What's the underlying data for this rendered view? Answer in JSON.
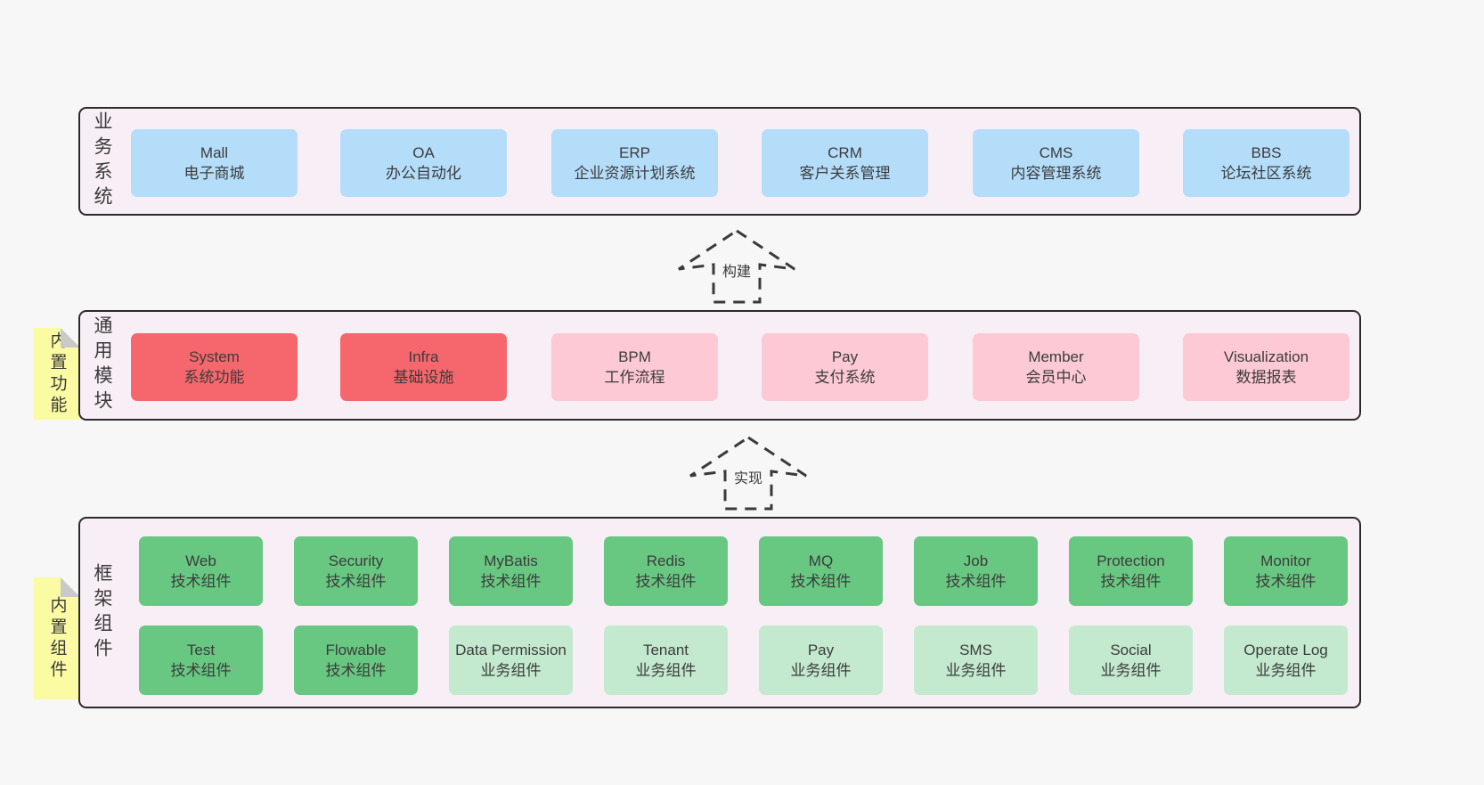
{
  "colors": {
    "page_bg": "#f7f7f7",
    "panel_bg": "#f8eef6",
    "panel_border": "#2b2b2b",
    "business_box": "#b4ddfa",
    "core_module_box": "#f5676c",
    "optional_module_box": "#fdc9d4",
    "tech_component_box": "#68c781",
    "biz_component_box": "#c3e9ce",
    "sticky_note": "#fbfba3",
    "sticky_fold": "#c9c9c9",
    "text": "#3c3c3c"
  },
  "arrows": [
    {
      "label": "构建"
    },
    {
      "label": "实现"
    }
  ],
  "layers": [
    {
      "side_label": "业务系统",
      "boxes": [
        {
          "en": "Mall",
          "zh": "电子商城"
        },
        {
          "en": "OA",
          "zh": "办公自动化"
        },
        {
          "en": "ERP",
          "zh": "企业资源计划系统"
        },
        {
          "en": "CRM",
          "zh": "客户关系管理"
        },
        {
          "en": "CMS",
          "zh": "内容管理系统"
        },
        {
          "en": "BBS",
          "zh": "论坛社区系统"
        }
      ]
    },
    {
      "side_label": "通用模块",
      "note": "内置功能",
      "boxes": [
        {
          "en": "System",
          "zh": "系统功能"
        },
        {
          "en": "Infra",
          "zh": "基础设施"
        },
        {
          "en": "BPM",
          "zh": "工作流程"
        },
        {
          "en": "Pay",
          "zh": "支付系统"
        },
        {
          "en": "Member",
          "zh": "会员中心"
        },
        {
          "en": "Visualization",
          "zh": "数据报表"
        }
      ]
    },
    {
      "side_label": "框架组件",
      "note": "内置组件",
      "rows": [
        [
          {
            "en": "Web",
            "zh": "技术组件"
          },
          {
            "en": "Security",
            "zh": "技术组件"
          },
          {
            "en": "MyBatis",
            "zh": "技术组件"
          },
          {
            "en": "Redis",
            "zh": "技术组件"
          },
          {
            "en": "MQ",
            "zh": "技术组件"
          },
          {
            "en": "Job",
            "zh": "技术组件"
          },
          {
            "en": "Protection",
            "zh": "技术组件"
          },
          {
            "en": "Monitor",
            "zh": "技术组件"
          }
        ],
        [
          {
            "en": "Test",
            "zh": "技术组件"
          },
          {
            "en": "Flowable",
            "zh": "技术组件"
          },
          {
            "en": "Data Permission",
            "zh": "业务组件"
          },
          {
            "en": "Tenant",
            "zh": "业务组件"
          },
          {
            "en": "Pay",
            "zh": "业务组件"
          },
          {
            "en": "SMS",
            "zh": "业务组件"
          },
          {
            "en": "Social",
            "zh": "业务组件"
          },
          {
            "en": "Operate Log",
            "zh": "业务组件"
          }
        ]
      ]
    }
  ]
}
